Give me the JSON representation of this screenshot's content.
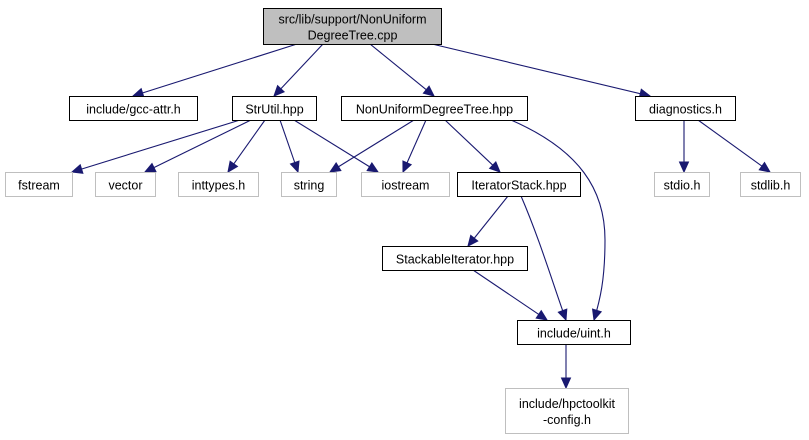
{
  "diagram": {
    "type": "include-dependency-graph",
    "colors": {
      "edge": "#191970",
      "root_fill": "#bfbfbf",
      "root_border": "#000000",
      "documented_border": "#000000",
      "external_border": "#bfbfbf",
      "text": "#000000"
    },
    "nodes": [
      {
        "id": "root",
        "lines": [
          "src/lib/support/NonUniform",
          "DegreeTree.cpp"
        ],
        "kind": "root"
      },
      {
        "id": "gcc_attr",
        "lines": [
          "include/gcc-attr.h"
        ],
        "kind": "documented"
      },
      {
        "id": "strutil",
        "lines": [
          "StrUtil.hpp"
        ],
        "kind": "documented"
      },
      {
        "id": "nudt_hpp",
        "lines": [
          "NonUniformDegreeTree.hpp"
        ],
        "kind": "documented"
      },
      {
        "id": "diagnostics",
        "lines": [
          "diagnostics.h"
        ],
        "kind": "documented"
      },
      {
        "id": "fstream",
        "lines": [
          "fstream"
        ],
        "kind": "external"
      },
      {
        "id": "vector",
        "lines": [
          "vector"
        ],
        "kind": "external"
      },
      {
        "id": "inttypes",
        "lines": [
          "inttypes.h"
        ],
        "kind": "external"
      },
      {
        "id": "string",
        "lines": [
          "string"
        ],
        "kind": "external"
      },
      {
        "id": "iostream",
        "lines": [
          "iostream"
        ],
        "kind": "external"
      },
      {
        "id": "iterstack",
        "lines": [
          "IteratorStack.hpp"
        ],
        "kind": "documented"
      },
      {
        "id": "stdio",
        "lines": [
          "stdio.h"
        ],
        "kind": "external"
      },
      {
        "id": "stdlib",
        "lines": [
          "stdlib.h"
        ],
        "kind": "external"
      },
      {
        "id": "stackiter",
        "lines": [
          "StackableIterator.hpp"
        ],
        "kind": "documented"
      },
      {
        "id": "uint",
        "lines": [
          "include/uint.h"
        ],
        "kind": "documented"
      },
      {
        "id": "hpcconfig",
        "lines": [
          "include/hpctoolkit",
          "-config.h"
        ],
        "kind": "external"
      }
    ],
    "edges": [
      {
        "from": "root",
        "to": "gcc_attr"
      },
      {
        "from": "root",
        "to": "strutil"
      },
      {
        "from": "root",
        "to": "nudt_hpp"
      },
      {
        "from": "root",
        "to": "diagnostics"
      },
      {
        "from": "strutil",
        "to": "fstream"
      },
      {
        "from": "strutil",
        "to": "vector"
      },
      {
        "from": "strutil",
        "to": "inttypes"
      },
      {
        "from": "strutil",
        "to": "string"
      },
      {
        "from": "strutil",
        "to": "iostream"
      },
      {
        "from": "nudt_hpp",
        "to": "string"
      },
      {
        "from": "nudt_hpp",
        "to": "iostream"
      },
      {
        "from": "nudt_hpp",
        "to": "iterstack"
      },
      {
        "from": "nudt_hpp",
        "to": "uint"
      },
      {
        "from": "diagnostics",
        "to": "stdio"
      },
      {
        "from": "diagnostics",
        "to": "stdlib"
      },
      {
        "from": "iterstack",
        "to": "stackiter"
      },
      {
        "from": "iterstack",
        "to": "uint"
      },
      {
        "from": "stackiter",
        "to": "uint"
      },
      {
        "from": "uint",
        "to": "hpcconfig"
      }
    ]
  }
}
